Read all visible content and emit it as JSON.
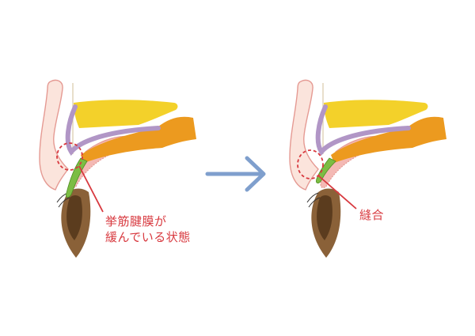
{
  "annotations": {
    "loose_tendon_line1": "挙筋腱膜が",
    "loose_tendon_line2": "緩んでいる状態",
    "suture": "縫合"
  },
  "colors": {
    "skin": "#fbe4dc",
    "skin_outline": "#e59a93",
    "tarsal_pink": "#f4b9b4",
    "fat_yellow": "#f3d12a",
    "muscle_orange": "#ec9a1f",
    "aponeurosis_purple": "#b196c6",
    "tendon_green": "#7cbd43",
    "eye_brown": "#8a6138",
    "eye_dark": "#5b3c1e",
    "annotation_red": "#d8393f",
    "arrow_blue": "#7f9fcd"
  }
}
